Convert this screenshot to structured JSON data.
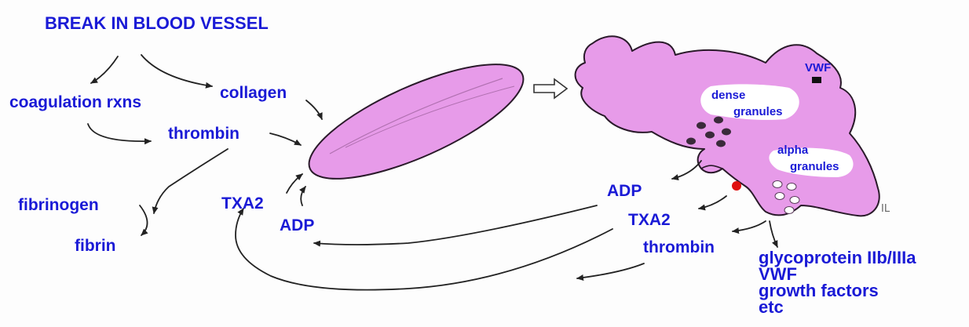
{
  "title": "BREAK IN BLOOD VESSEL",
  "labels": {
    "coagulation": "coagulation rxns",
    "collagen": "collagen",
    "thrombin_left": "thrombin",
    "fibrinogen": "fibrinogen",
    "fibrin": "fibrin",
    "txa2_left": "TXA2",
    "adp_left": "ADP",
    "vwf_top": "VWF",
    "dense_granules": [
      "dense",
      "granules"
    ],
    "alpha_granules": [
      "alpha",
      "granules"
    ],
    "adp_right": "ADP",
    "txa2_right": "TXA2",
    "thrombin_right": "thrombin",
    "released": [
      "glycoprotein IIb/IIIa",
      "VWF",
      "growth factors",
      "etc"
    ]
  },
  "colors": {
    "label_text": "#1a1ad6",
    "platelet_fill": "#e79be9",
    "platelet_outline": "#2a1a2a",
    "granule_dark": "#3a2a3a",
    "granule_white": "#ffffff",
    "red_marker": "#e01010"
  }
}
